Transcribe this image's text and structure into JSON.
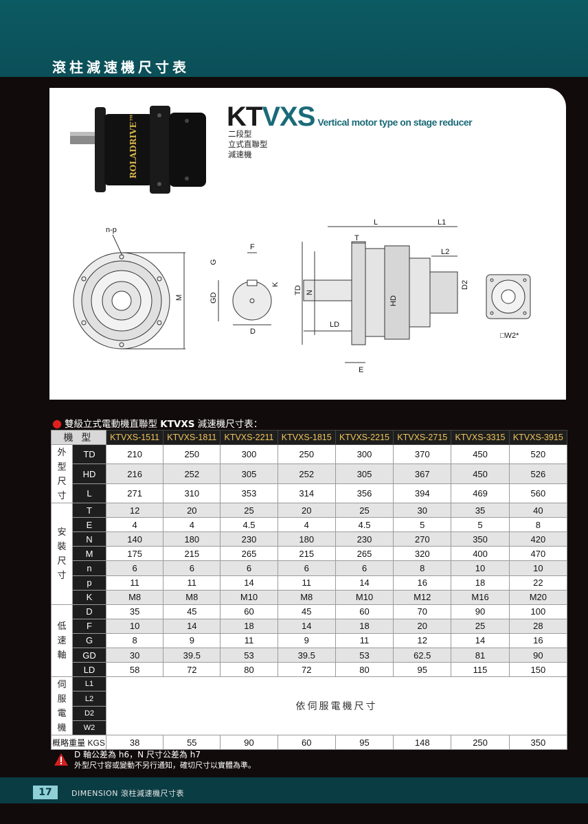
{
  "page": {
    "title": "滾柱減速機尺寸表",
    "page_number": "17",
    "footer_text": "DIMENSION  滾柱減速機尺寸表"
  },
  "product": {
    "model_prefix": "KT",
    "model_suffix": "VXS",
    "model_desc": "Vertical motor type on stage reducer",
    "sub1": "二段型",
    "sub2": "立式直聯型",
    "sub3": "減速機",
    "brand_on_body": "ROLADRIVE™"
  },
  "drawing_labels": {
    "np": "n-p",
    "M": "M",
    "F": "F",
    "G": "G",
    "K": "K",
    "GD": "GD",
    "D": "D",
    "L": "L",
    "L1": "L1",
    "L2": "L2",
    "T": "T",
    "TD": "TD",
    "N": "N",
    "HD": "HD",
    "D2": "D2",
    "LD": "LD",
    "E": "E",
    "W2": "□W2*"
  },
  "table": {
    "heading_prefix": "雙級立式電動機直聯型 ",
    "heading_model": "KTVXS",
    "heading_suffix": " 減速機尺寸表：",
    "corner": "機 型",
    "models": [
      "KTVXS-1511",
      "KTVXS-1811",
      "KTVXS-2211",
      "KTVXS-1815",
      "KTVXS-2215",
      "KTVXS-2715",
      "KTVXS-3315",
      "KTVXS-3915"
    ],
    "groups": [
      {
        "label": "外\n型\n尺\n寸",
        "rows": [
          {
            "p": "TD",
            "v": [
              "210",
              "250",
              "300",
              "250",
              "300",
              "370",
              "450",
              "520"
            ]
          },
          {
            "p": "HD",
            "v": [
              "216",
              "252",
              "305",
              "252",
              "305",
              "367",
              "450",
              "526"
            ]
          },
          {
            "p": "L",
            "v": [
              "271",
              "310",
              "353",
              "314",
              "356",
              "394",
              "469",
              "560"
            ]
          }
        ]
      },
      {
        "label": "安\n裝\n尺\n寸",
        "rows": [
          {
            "p": "T",
            "v": [
              "12",
              "20",
              "25",
              "20",
              "25",
              "30",
              "35",
              "40"
            ]
          },
          {
            "p": "E",
            "v": [
              "4",
              "4",
              "4.5",
              "4",
              "4.5",
              "5",
              "5",
              "8"
            ]
          },
          {
            "p": "N",
            "v": [
              "140",
              "180",
              "230",
              "180",
              "230",
              "270",
              "350",
              "420"
            ]
          },
          {
            "p": "M",
            "v": [
              "175",
              "215",
              "265",
              "215",
              "265",
              "320",
              "400",
              "470"
            ]
          },
          {
            "p": "n",
            "v": [
              "6",
              "6",
              "6",
              "6",
              "6",
              "8",
              "10",
              "10"
            ]
          },
          {
            "p": "p",
            "v": [
              "11",
              "11",
              "14",
              "11",
              "14",
              "16",
              "18",
              "22"
            ]
          },
          {
            "p": "K",
            "v": [
              "M8",
              "M8",
              "M10",
              "M8",
              "M10",
              "M12",
              "M16",
              "M20"
            ]
          }
        ]
      },
      {
        "label": "低\n速\n軸",
        "rows": [
          {
            "p": "D",
            "v": [
              "35",
              "45",
              "60",
              "45",
              "60",
              "70",
              "90",
              "100"
            ]
          },
          {
            "p": "F",
            "v": [
              "10",
              "14",
              "18",
              "14",
              "18",
              "20",
              "25",
              "28"
            ]
          },
          {
            "p": "G",
            "v": [
              "8",
              "9",
              "11",
              "9",
              "11",
              "12",
              "14",
              "16"
            ]
          },
          {
            "p": "GD",
            "v": [
              "30",
              "39.5",
              "53",
              "39.5",
              "53",
              "62.5",
              "81",
              "90"
            ]
          },
          {
            "p": "LD",
            "v": [
              "58",
              "72",
              "80",
              "72",
              "80",
              "95",
              "115",
              "150"
            ]
          }
        ]
      }
    ],
    "servo_group": "伺\n服\n電\n機",
    "servo_params": [
      "L1",
      "L2",
      "D2",
      "W2"
    ],
    "servo_text": "依伺服電機尺寸",
    "weight_label": "概略重量 KGS",
    "weights": [
      "38",
      "55",
      "90",
      "60",
      "95",
      "148",
      "250",
      "350"
    ]
  },
  "notes": {
    "n1": "D 軸公差為 h6，N 尺寸公差為 h7",
    "n2": "外型尺寸容或變動不另行通知，確切尺寸以實體為準。"
  }
}
